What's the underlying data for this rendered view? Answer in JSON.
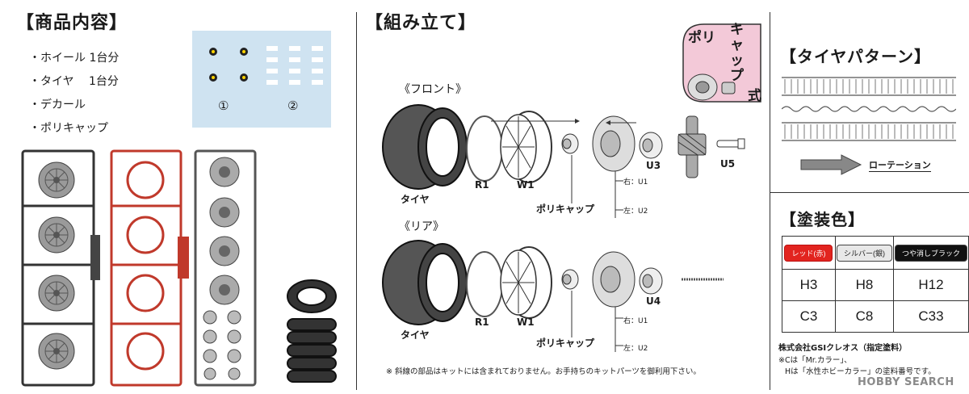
{
  "contents": {
    "title": "【商品内容】",
    "items": [
      "・ホイール 1台分",
      "・タイヤ　 1台分",
      "・デカール",
      "・ポリキャップ"
    ],
    "decal_marks": [
      "①",
      "②"
    ]
  },
  "assembly": {
    "title": "【組み立て】",
    "front_label": "《フロント》",
    "rear_label": "《リア》",
    "front": {
      "tire": "タイヤ",
      "r1": "R1",
      "w1": "W1",
      "polycap": "ポリキャップ",
      "right": "右：U1",
      "left": "左：U2",
      "u3": "U3",
      "u5": "U5"
    },
    "rear": {
      "tire": "タイヤ",
      "r1": "R1",
      "w1": "W1",
      "polycap": "ポリキャップ",
      "right": "右：U1",
      "left": "左：U2",
      "u4": "U4"
    },
    "note": "※ 斜線の部品はキットには含まれておりません。お手持ちのキットパーツを御利用下さい。",
    "polycap_badge": [
      "ポリ",
      "キャップ",
      "式"
    ]
  },
  "tire_pattern": {
    "title": "【タイヤパターン】",
    "rotation": "ローテーション"
  },
  "paint": {
    "title": "【塗装色】",
    "headers": [
      "レッド(赤)",
      "シルバー(銀)",
      "つや消しブラック"
    ],
    "rows": [
      [
        "H3",
        "H8",
        "H12"
      ],
      [
        "C3",
        "C8",
        "C33"
      ]
    ],
    "maker": "株式会社GSIクレオス（指定塗料）",
    "note1": "※Cは「Mr.カラー」、",
    "note2": "Hは「水性ホビーカラー」の塗料番号です。",
    "colors": {
      "red": "#e2241f",
      "silver": "#e8e8e8",
      "black": "#111111"
    }
  },
  "watermark": "HOBBY SEARCH"
}
